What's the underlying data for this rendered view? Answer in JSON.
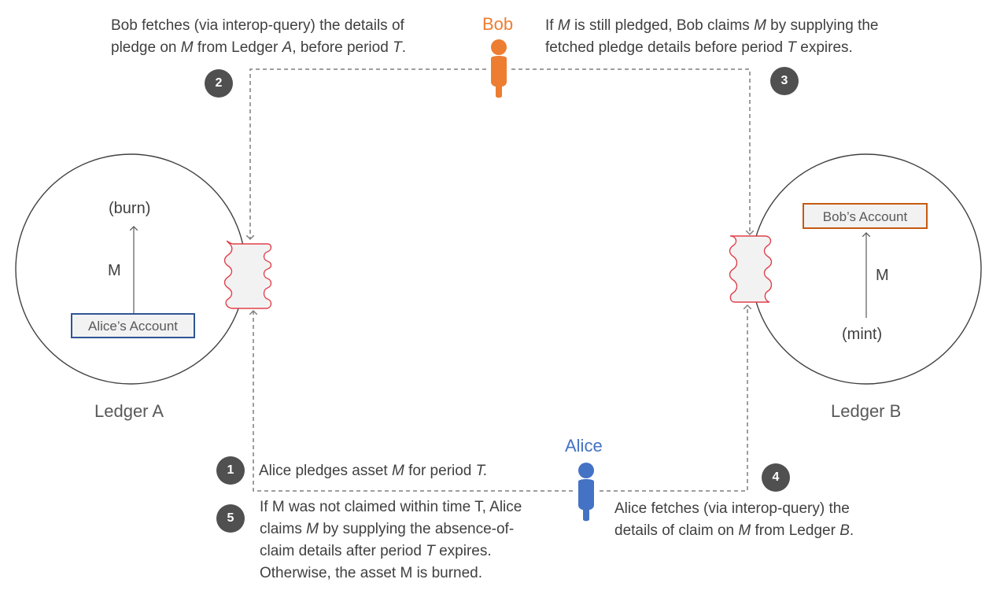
{
  "colors": {
    "bob": "#ed7d31",
    "alice": "#4472c4",
    "scroll_stroke": "#e0404a",
    "bob_account_border": "#c55a11",
    "alice_account_border": "#2f5597",
    "badge": "#505050",
    "dashed_line": "#7f7f7f"
  },
  "people": {
    "bob": {
      "name": "Bob",
      "icon": "person-icon"
    },
    "alice": {
      "name": "Alice",
      "icon": "person-icon"
    }
  },
  "ledgers": {
    "a": {
      "label": "Ledger A",
      "account": "Alice’s Account",
      "asset": "M",
      "action": "(burn)"
    },
    "b": {
      "label": "Ledger B",
      "account": "Bob’s Account",
      "asset": "M",
      "action": "(mint)"
    }
  },
  "steps": [
    {
      "number": "1",
      "lines": [
        [
          {
            "t": "Alice pledges asset "
          },
          {
            "t": "M",
            "i": true
          },
          {
            "t": " for period "
          },
          {
            "t": "T.",
            "i": true
          }
        ]
      ]
    },
    {
      "number": "2",
      "lines": [
        [
          {
            "t": "Bob fetches (via interop-query) the details of"
          }
        ],
        [
          {
            "t": "pledge on "
          },
          {
            "t": "M",
            "i": true
          },
          {
            "t": " from Ledger "
          },
          {
            "t": "A",
            "i": true
          },
          {
            "t": ", before period "
          },
          {
            "t": "T",
            "i": true
          },
          {
            "t": "."
          }
        ]
      ]
    },
    {
      "number": "3",
      "lines": [
        [
          {
            "t": "If "
          },
          {
            "t": "M",
            "i": true
          },
          {
            "t": " is still pledged, Bob claims "
          },
          {
            "t": "M",
            "i": true
          },
          {
            "t": " by supplying the"
          }
        ],
        [
          {
            "t": "fetched pledge details before period "
          },
          {
            "t": "T",
            "i": true
          },
          {
            "t": " expires."
          }
        ]
      ]
    },
    {
      "number": "4",
      "lines": [
        [
          {
            "t": "Alice fetches (via interop-query) the"
          }
        ],
        [
          {
            "t": "details of claim on "
          },
          {
            "t": "M",
            "i": true
          },
          {
            "t": " from Ledger "
          },
          {
            "t": "B",
            "i": true
          },
          {
            "t": "."
          }
        ]
      ]
    },
    {
      "number": "5",
      "lines": [
        [
          {
            "t": "If M was not claimed within time T, Alice"
          }
        ],
        [
          {
            "t": "claims "
          },
          {
            "t": "M",
            "i": true
          },
          {
            "t": " by supplying the absence-of-"
          }
        ],
        [
          {
            "t": "claim details after period "
          },
          {
            "t": "T",
            "i": true
          },
          {
            "t": " expires."
          }
        ],
        [
          {
            "t": "Otherwise, the asset M is burned."
          }
        ]
      ]
    }
  ]
}
